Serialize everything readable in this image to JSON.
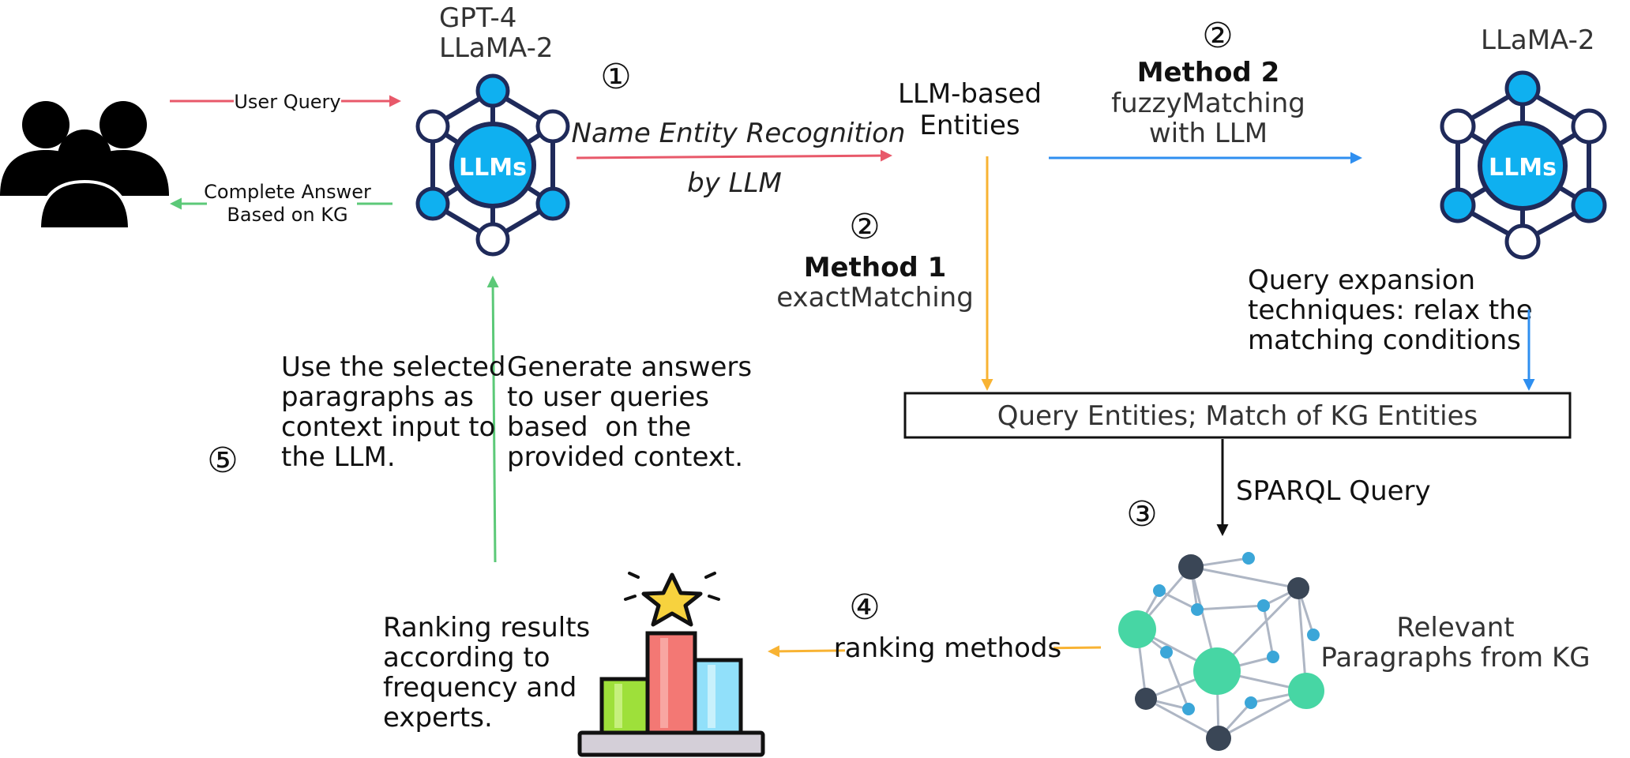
{
  "models_left": {
    "line1": "GPT-4",
    "line2": "LLaMA-2"
  },
  "models_right": {
    "line1": "LLaMA-2"
  },
  "hub_label_left": "LLMs",
  "hub_label_right": "LLMs",
  "user_query": "User Query",
  "answer": {
    "line1": "Complete Answer",
    "line2": "Based on KG"
  },
  "step_markers": {
    "s1": "①",
    "s2a": "②",
    "s2b": "②",
    "s3": "③",
    "s4": "④",
    "s5": "⑤"
  },
  "ner": {
    "line1": "Name Entity Recognition",
    "line2": "by LLM"
  },
  "entities": {
    "line1": "LLM-based",
    "line2": "Entities"
  },
  "method2": {
    "title": "Method 2",
    "line1": "fuzzyMatching",
    "line2": "with LLM"
  },
  "method1": {
    "title": "Method 1",
    "line1": "exactMatching"
  },
  "expansion": {
    "line1": "Query expansion",
    "line2": "techniques: relax the",
    "line3": "matching conditions"
  },
  "match_box": "Query Entities; Match of KG Entities",
  "sparql": "SPARQL Query",
  "relevant": {
    "line1": "Relevant",
    "line2": "Paragraphs from KG"
  },
  "ranking_methods": "ranking methods",
  "ranking_results": {
    "line1": "Ranking results",
    "line2": "according to",
    "line3": "frequency and",
    "line4": "experts."
  },
  "use_selected": {
    "line1": "Use the selected",
    "line2": "paragraphs as",
    "line3": "context input to",
    "line4": "the LLM."
  },
  "generate": {
    "line1": "Generate answers",
    "line2": "to user queries",
    "line3": "based  on the",
    "line4": "provided context."
  },
  "colors": {
    "red_arrow": "#e8596a",
    "green_arrow": "#5cc978",
    "blue_arrow": "#2f8ff0",
    "yellow_arrow": "#f8b333",
    "llm_fill": "#0fb0f0",
    "llm_stroke": "#1f2a5a",
    "kg_green": "#47d6a4",
    "kg_blue": "#3ba6d8",
    "kg_dark": "#3a4656"
  }
}
